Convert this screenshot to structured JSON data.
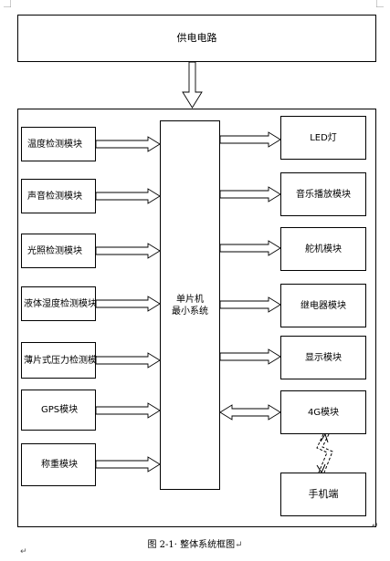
{
  "power": {
    "label": "供电电路"
  },
  "mcu": {
    "line1": "单片机",
    "line2": "最小系统"
  },
  "sensors": [
    "温度检测模块",
    "声音检测模块",
    "光照检测模块",
    "液体湿度检测模块",
    "薄片式压力检测模",
    "GPS模块",
    "称重模块"
  ],
  "outputs": [
    "LED灯",
    "音乐播放模块",
    "舵机模块",
    "继电器模块",
    "显示模块",
    "4G模块"
  ],
  "phone": {
    "label": "手机端"
  },
  "caption": "图 2-1· 整体系统框图",
  "return_mark": "↵"
}
